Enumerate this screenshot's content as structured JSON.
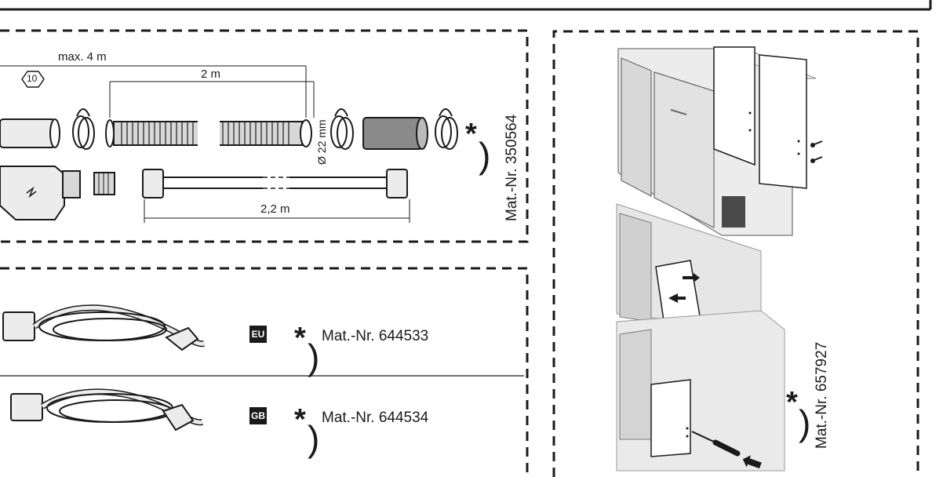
{
  "hoses": {
    "label_max": "max. 4 m",
    "callout_number": "10",
    "label_2m": "2 m",
    "label_diameter": "Ø 22 mm",
    "label_22m": "2,2 m",
    "asterisk": "*",
    "paren": ")",
    "mat_nr": "Mat.-Nr. 350564"
  },
  "power_cables": [
    {
      "region": "EU",
      "asterisk": "*",
      "paren": ")",
      "mat_nr": "Mat.-Nr. 644533"
    },
    {
      "region": "GB",
      "asterisk": "*",
      "paren": ")",
      "mat_nr": "Mat.-Nr. 644534"
    }
  ],
  "side_panel": {
    "asterisk": "*",
    "paren": ")",
    "mat_nr": "Mat.-Nr. 657927"
  },
  "colors": {
    "ink": "#1a1a1a",
    "gray_fill": "#d8d8d8",
    "light_fill": "#ececec",
    "badge_bg": "#1a1a1a",
    "badge_text": "#ffffff"
  }
}
